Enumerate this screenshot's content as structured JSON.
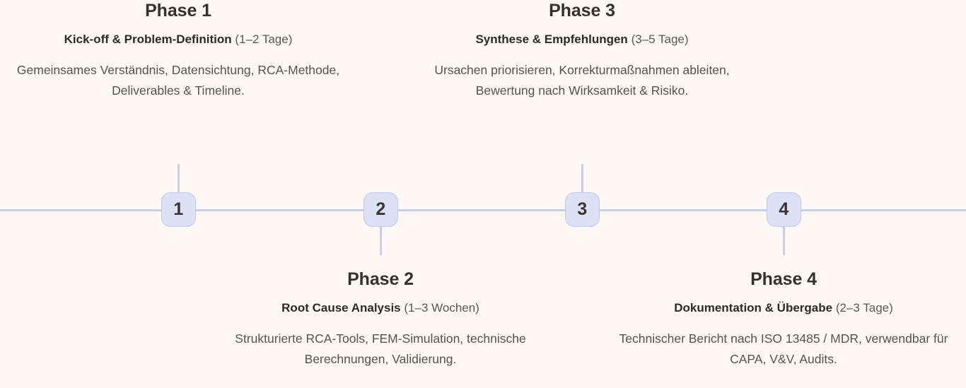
{
  "background_color": "#FDF8F6",
  "accent_color": "#C8CEEA",
  "marker_fill": "#DCE1F5",
  "marker_border": "#C3CAE7",
  "heading_color": "#382F2C",
  "body_color": "#57514E",
  "timeline": {
    "orientation": "horizontal",
    "phases": [
      {
        "marker": "1",
        "position": "above",
        "title": "Phase 1",
        "subtitle_name": "Kick-off & Problem-Definition",
        "subtitle_duration": "(1–2 Tage)",
        "description": "Gemeinsames Verständnis, Datensichtung, RCA-Methode, Deliverables & Timeline."
      },
      {
        "marker": "2",
        "position": "below",
        "title": "Phase 2",
        "subtitle_name": "Root Cause Analysis",
        "subtitle_duration": "(1–3 Wochen)",
        "description": "Strukturierte RCA-Tools, FEM-Simulation, technische Berechnungen, Validierung."
      },
      {
        "marker": "3",
        "position": "above",
        "title": "Phase 3",
        "subtitle_name": "Synthese & Empfehlungen",
        "subtitle_duration": "(3–5 Tage)",
        "description": "Ursachen priorisieren, Korrekturmaßnahmen ableiten, Bewertung nach Wirksamkeit & Risiko."
      },
      {
        "marker": "4",
        "position": "below",
        "title": "Phase 4",
        "subtitle_name": "Dokumentation & Übergabe",
        "subtitle_duration": "(2–3 Tage)",
        "description": "Technischer Bericht nach ISO 13485 / MDR, verwendbar für CAPA, V&V, Audits."
      }
    ]
  }
}
